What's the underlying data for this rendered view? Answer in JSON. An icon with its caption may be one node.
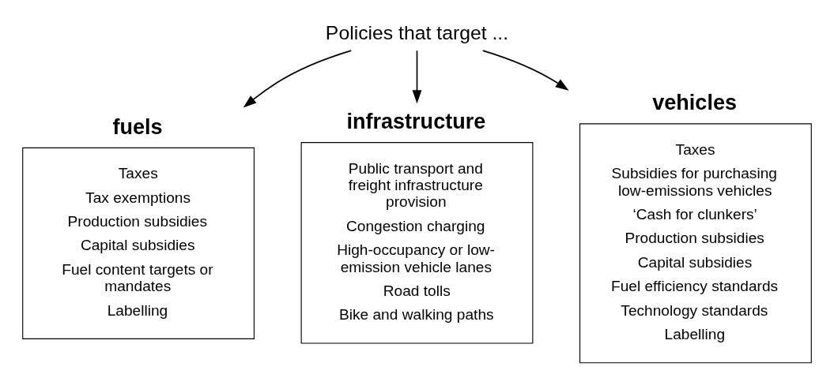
{
  "diagram": {
    "nodes": [
      {
        "text": [
          "Policies that target ..."
        ]
      },
      {
        "text": [
          "fuels",
          "Taxes",
          "Tax exemptions",
          "Production subsidies",
          "Capital subsidies",
          "Fuel content targets or mandates",
          "Labelling"
        ]
      },
      {
        "text": [
          "infrastructure",
          "Public transport and freight infrastructure provision",
          "Congestion charging",
          "High-occupancy or low-emission vehicle lanes",
          "Road tolls",
          "Bike and walking paths"
        ]
      },
      {
        "text": [
          "vehicles",
          "Taxes",
          "Subsidies for purchasing low-emissions vehicles",
          "‘Cash for clunkers’",
          "Production subsidies",
          "Capital subsidies",
          "Fuel efficiency standards",
          "Technology standards",
          "Labelling"
        ]
      }
    ],
    "edges": [
      {
        "from": 0,
        "to": 1,
        "arrow": "to"
      },
      {
        "from": 0,
        "to": 2,
        "arrow": "to"
      },
      {
        "from": 0,
        "to": 3,
        "arrow": "to"
      }
    ]
  }
}
